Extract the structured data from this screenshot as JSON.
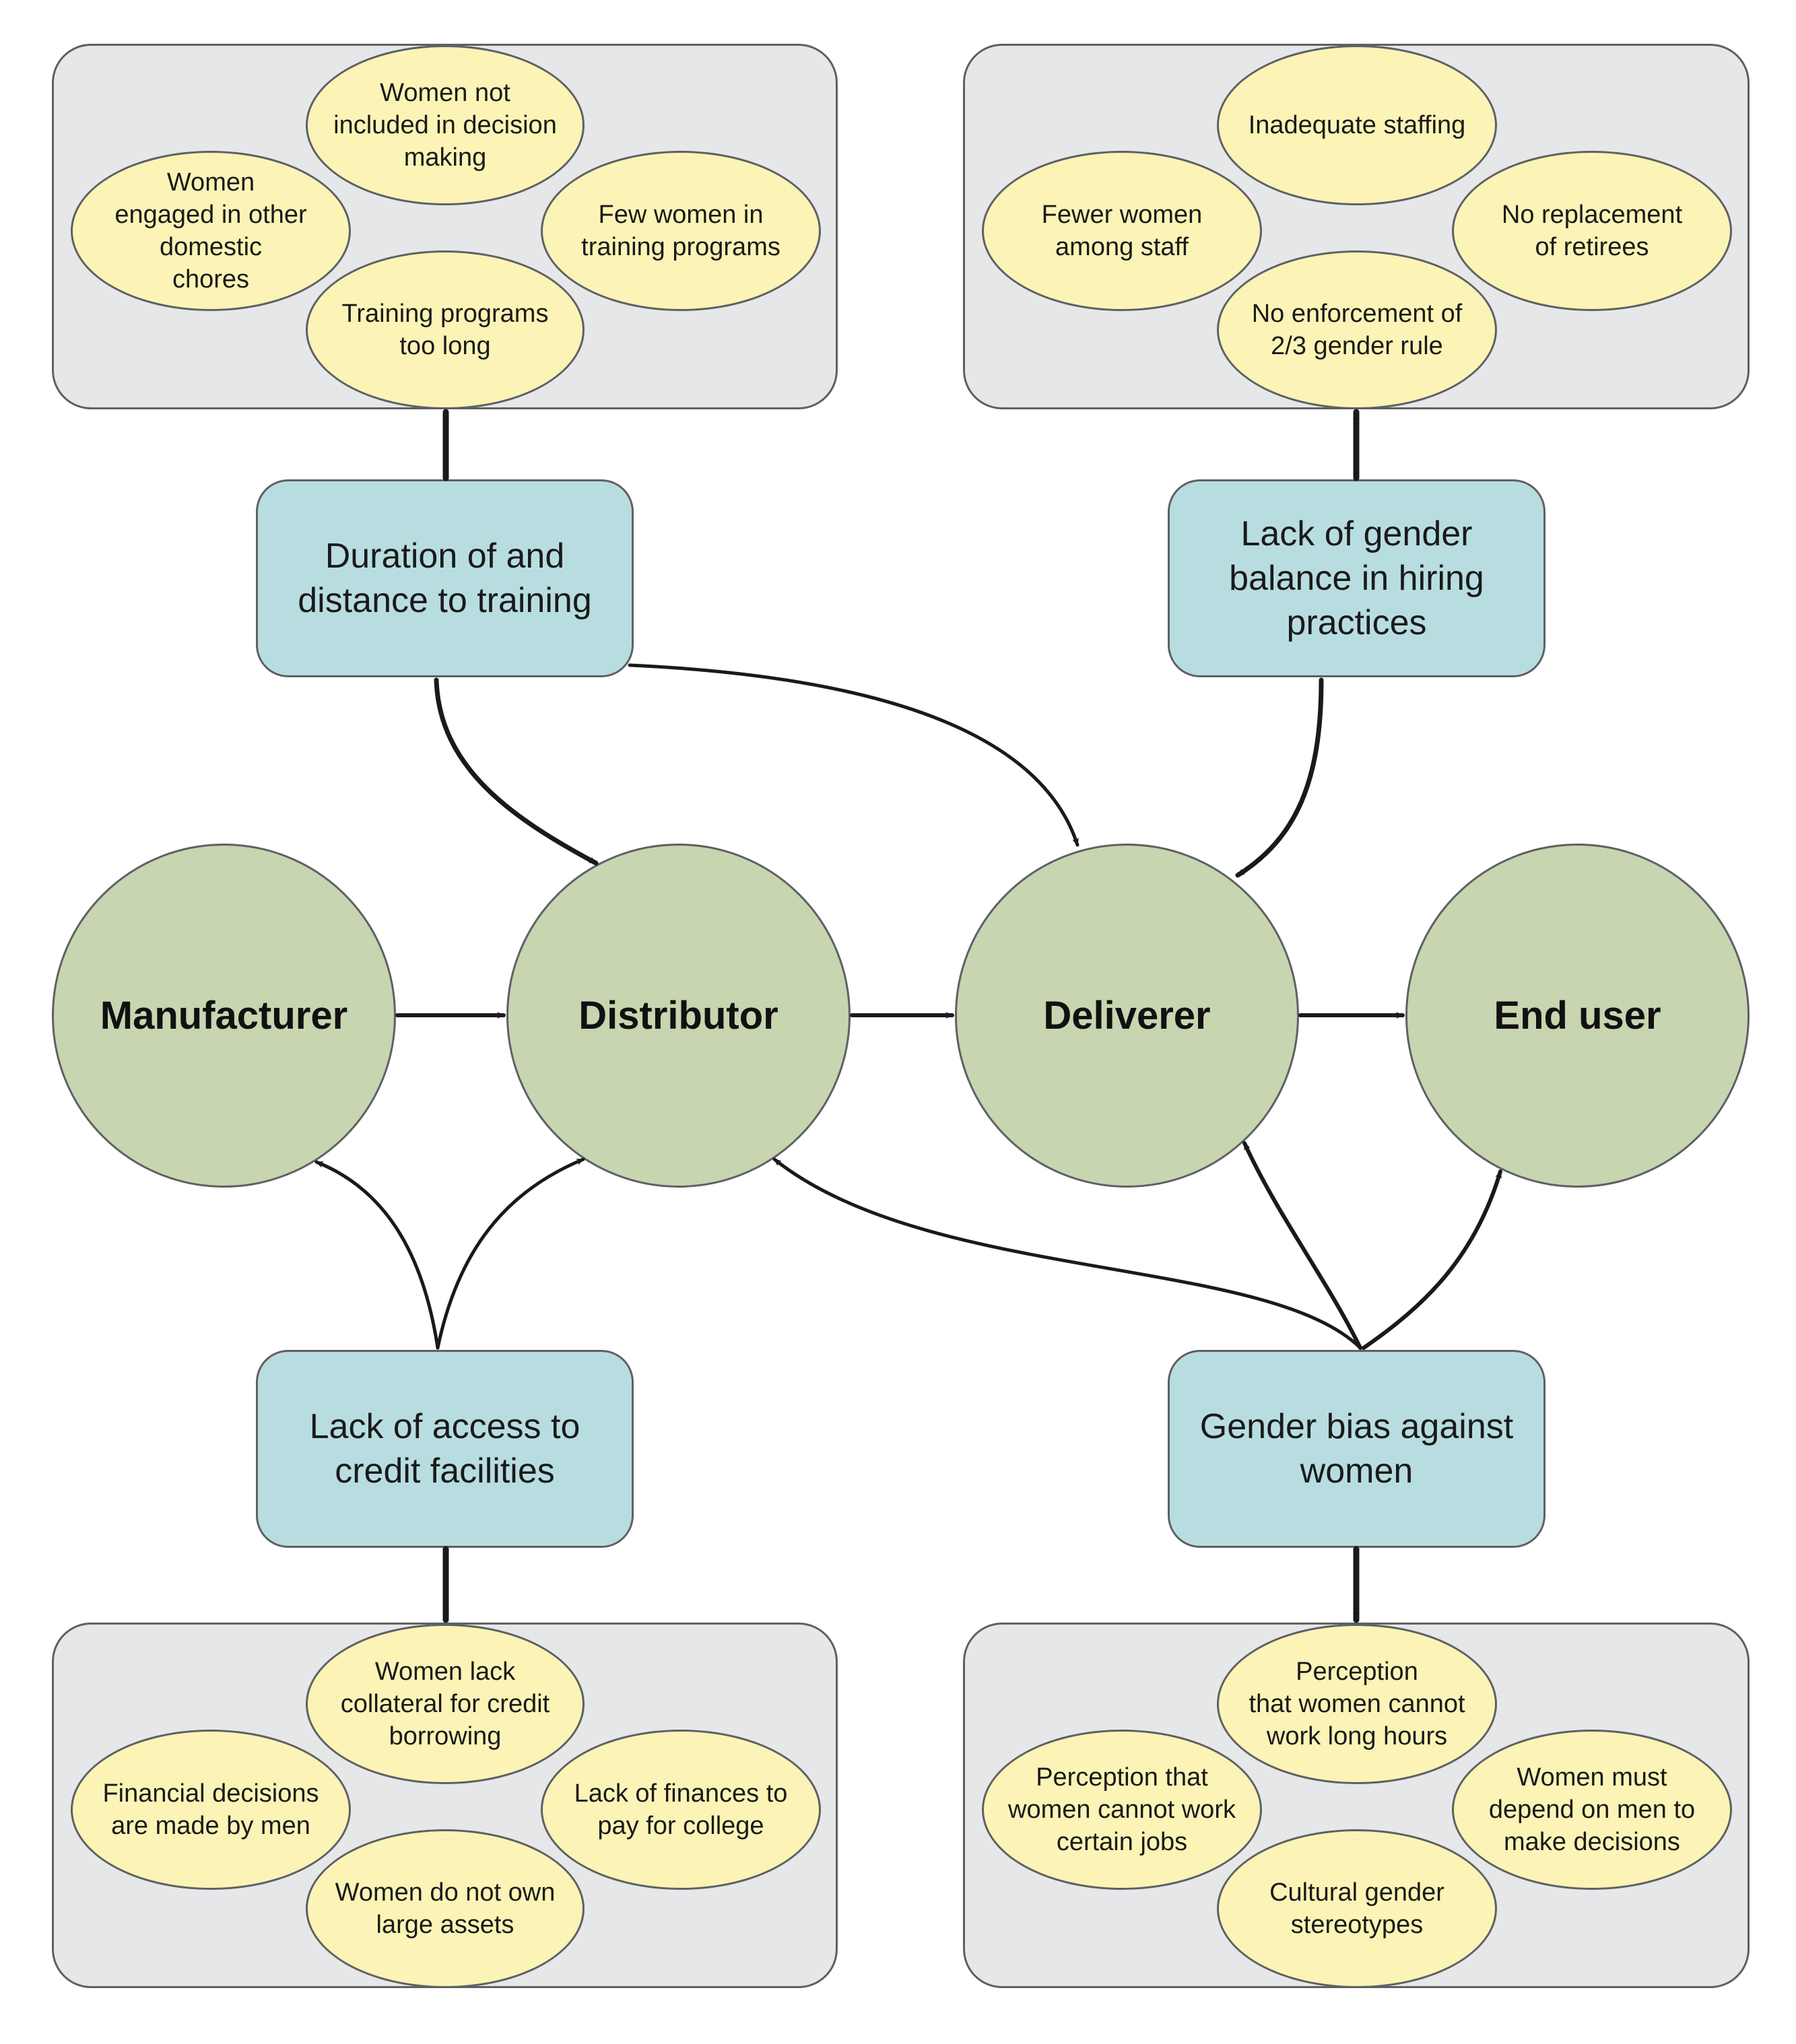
{
  "nodes": {
    "manufacturer": "Manufacturer",
    "distributor": "Distributor",
    "deliverer": "Deliverer",
    "end_user": "End user"
  },
  "factors": {
    "training": "Duration of and\ndistance to training",
    "hiring": "Lack of gender\nbalance in hiring\npractices",
    "credit": "Lack of access to\ncredit facilities",
    "bias": "Gender bias against\nwomen"
  },
  "causes": {
    "training": [
      "Women not\nincluded in decision\nmaking",
      "Women\nengaged in other\ndomestic\nchores",
      "Few women in\ntraining programs",
      "Training programs\ntoo long"
    ],
    "hiring": [
      "Inadequate staffing",
      "Fewer women\namong staff",
      "No replacement\nof retirees",
      "No enforcement of\n2/3 gender rule"
    ],
    "credit": [
      "Women lack\ncollateral for credit\nborrowing",
      "Financial decisions\nare made by men",
      "Lack of finances to\npay for college",
      "Women do not own\nlarge assets"
    ],
    "bias": [
      "Perception\nthat women cannot\nwork long hours",
      "Perception that\nwomen cannot work\ncertain jobs",
      "Women must\ndepend on men to\nmake decisions",
      "Cultural gender\nstereotypes"
    ]
  },
  "colors": {
    "node_fill": "#c7d5b0",
    "factor_fill": "#b8dde1",
    "cause_fill": "#fbf4b6",
    "panel_fill": "#e6e7e9",
    "arrow": "#1a1a1a"
  }
}
